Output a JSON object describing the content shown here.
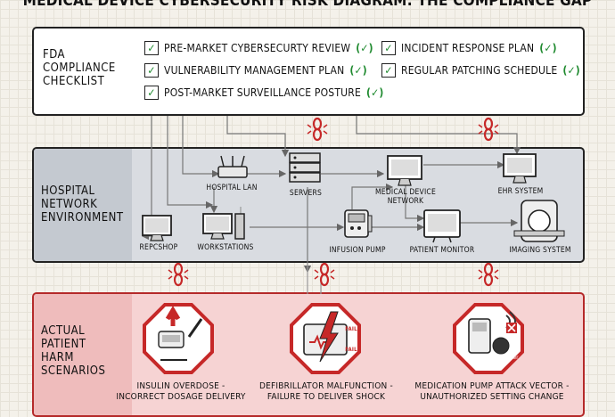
{
  "title": "MEDICAL DEVICE CYBERSECURITY RISK DIAGRAM: THE COMPLIANCE GAP",
  "fda": {
    "heading": "FDA\nCOMPLIANCE\nCHECKLIST",
    "items": [
      {
        "text": "PRE-MARKET CYBERSECURTY REVIEW",
        "mark": "(✓)"
      },
      {
        "text": "VULNERABILITY MANAGEMENT PLAN",
        "mark": "(✓)"
      },
      {
        "text": "POST-MARKET SURVEILLANCE POSTURE",
        "mark": "(✓)"
      },
      {
        "text": "INCIDENT RESPONSE PLAN",
        "mark": "(✓)"
      },
      {
        "text": "REGULAR PATCHING SCHEDULE",
        "mark": "(✓)"
      }
    ]
  },
  "network": {
    "heading": "HOSPITAL\nNETWORK\nENVIRONMENT",
    "nodes": {
      "lan": "HOSPITAL LAN",
      "servers": "SERVERS",
      "mdn": "MEDICAL DEVICE\nNETWORK",
      "ehr": "EHR SYSTEM",
      "repc": "REPCSHOP",
      "ws": "WORKSTATIONS",
      "pump": "INFUSION PUMP",
      "monitor": "PATIENT MONITOR",
      "imaging": "IMAGING SYSTEM"
    }
  },
  "harm": {
    "heading": "ACTUAL\nPATIENT\nHARM\nSCENARIOS",
    "scenarios": [
      {
        "label": "INSULIN OVERDOSE -\nINCORRECT DOSAGE DELIVERY"
      },
      {
        "label": "DEFIBRILLATOR MALFUNCTION -\nFAILURE TO DELIVER SHOCK",
        "fail": "FAIL",
        "fail_small": "FAIL"
      },
      {
        "label": "MEDICATION PUMP ATTACK VECTOR -\nUNAUTHORIZED SETTING CHANGE",
        "hacker": "hacker"
      }
    ]
  },
  "colors": {
    "check": "#1f8a2f",
    "danger": "#c62828",
    "harm_bg": "#f6d3d3"
  }
}
